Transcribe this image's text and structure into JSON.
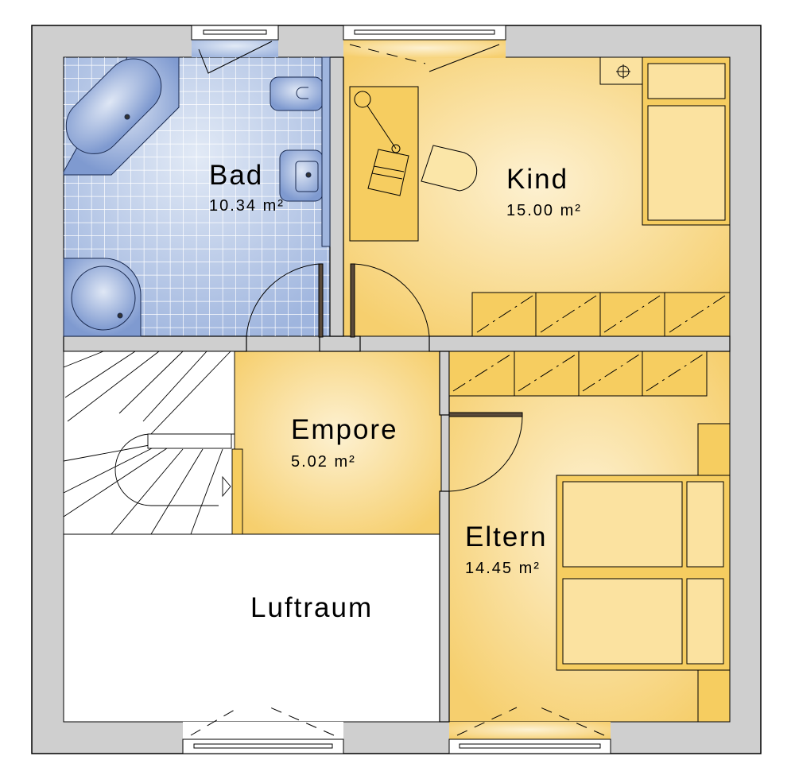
{
  "rooms": [
    {
      "name": "Bad",
      "area": "10.34 m²"
    },
    {
      "name": "Kind",
      "area": "15.00 m²"
    },
    {
      "name": "Empore",
      "area": "5.02 m²"
    },
    {
      "name": "Eltern",
      "area": "14.45 m²"
    },
    {
      "name": "Luftraum"
    }
  ],
  "colors": {
    "wall": "#cfcfcf",
    "bath": "#b4c6e4",
    "room": "#f8dc9a",
    "fixture": "#8ea6d4"
  }
}
